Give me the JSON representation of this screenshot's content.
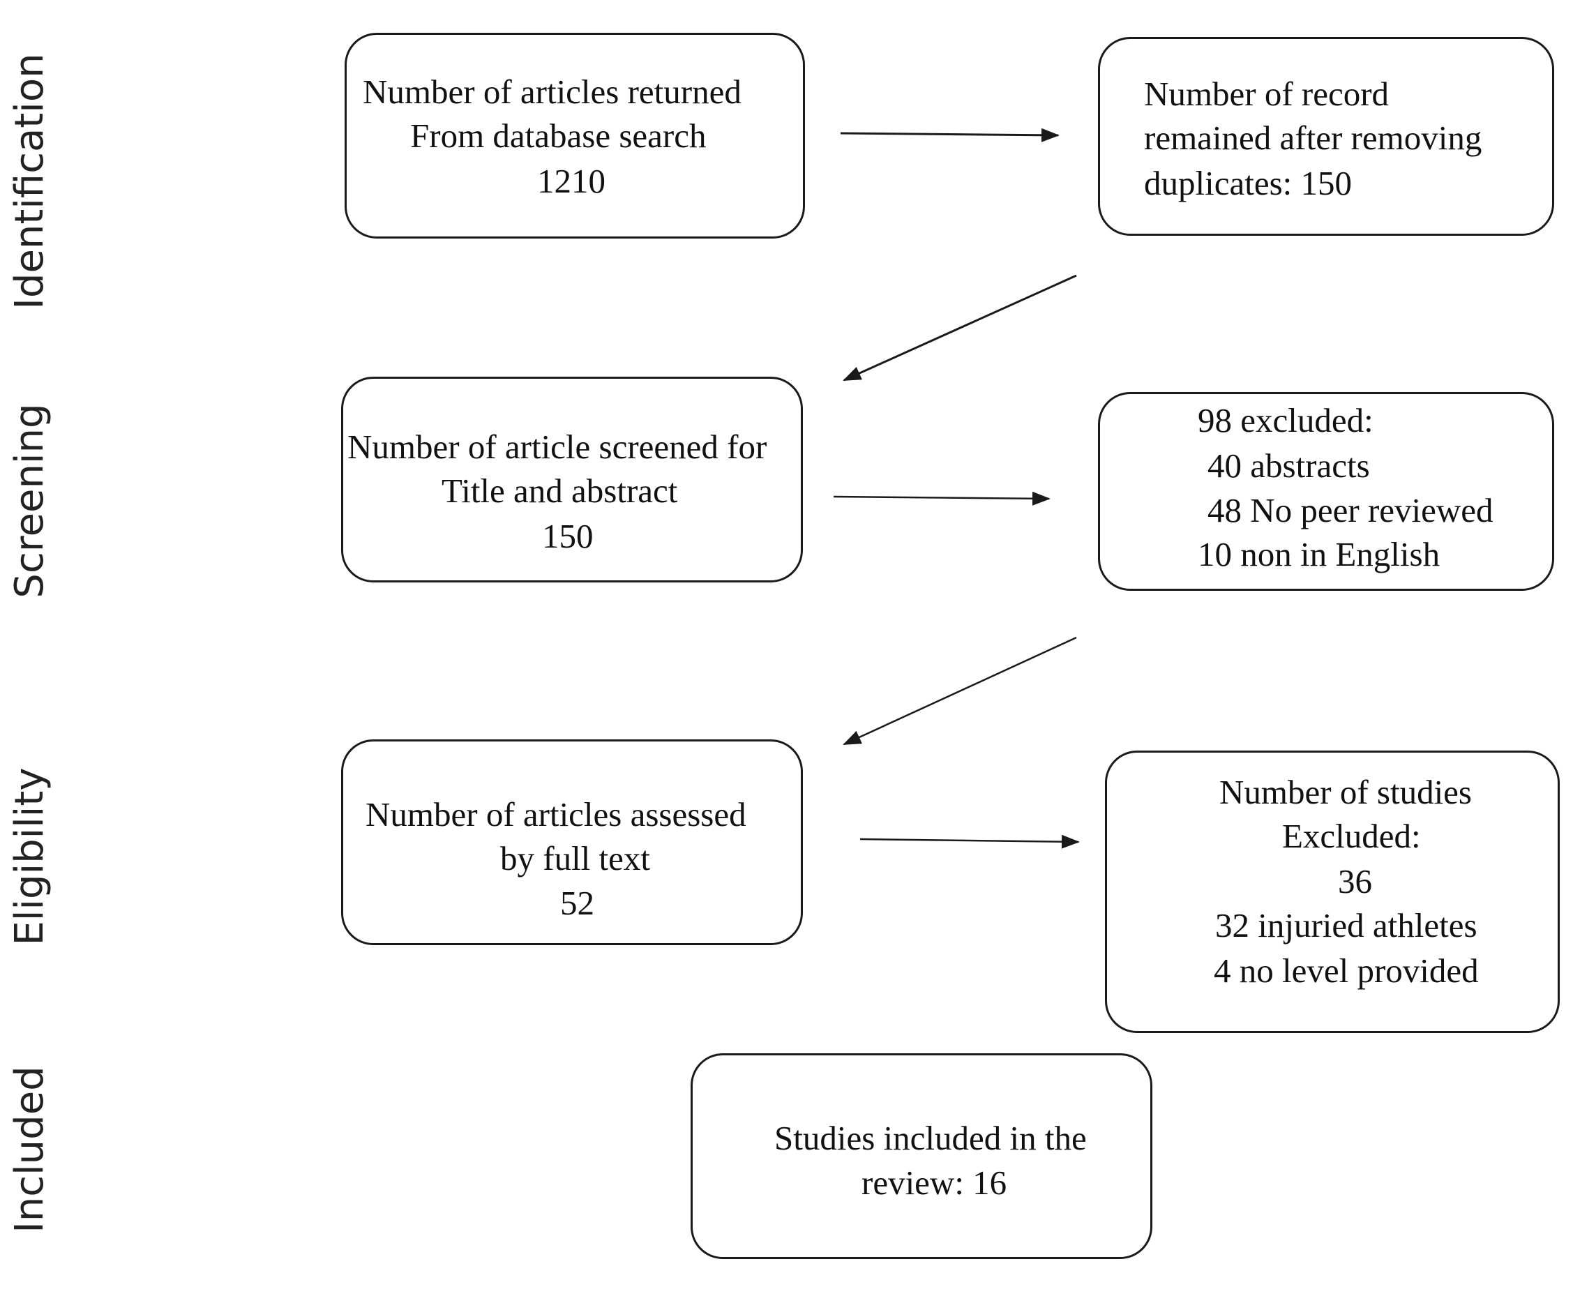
{
  "stages": {
    "identification": "Identification",
    "screening": "Screening",
    "eligibility": "Eligibility",
    "included": "Included"
  },
  "boxes": {
    "database_search": {
      "line1": "Number  of articles  returned",
      "line2": "From database search",
      "line3": "1210"
    },
    "after_duplicates": {
      "line1": "Number  of record",
      "line2": "remained   after  removing",
      "line3": "duplicates:  150"
    },
    "screened": {
      "line1": "Number  of article  screened for",
      "line2": "Title  and abstract",
      "line3": "150"
    },
    "screening_excluded": {
      "line1": "98 excluded:",
      "line2": "40 abstracts",
      "line3": "48 No peer reviewed",
      "line4": "10 non in English"
    },
    "full_text": {
      "line1": "Number  of articles  assessed",
      "line2": "by full  text",
      "line3": "52"
    },
    "eligibility_excluded": {
      "line1": "Number  of studies",
      "line2": "Excluded:",
      "line3": "36",
      "line4": "32 injuried  athletes",
      "line5": "4 no level  provided"
    },
    "included": {
      "line1": "Studies included  in the",
      "line2": "review:  16"
    }
  },
  "colors": {
    "line": "#1a1a1a",
    "text": "#111111",
    "background": "#ffffff"
  }
}
